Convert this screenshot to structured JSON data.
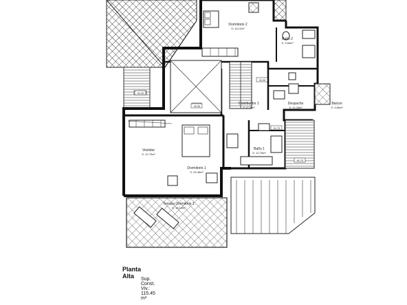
{
  "plan": {
    "title": "Planta Alta",
    "area_label": "Sup. Const. Viv.:",
    "area_value": "115.45 m²",
    "rooms": [
      {
        "key": "dormitorio2",
        "name": "Dormitorio 2",
        "area": "S: 16.12m²"
      },
      {
        "key": "bano2",
        "name": "Baño 2",
        "area": "S: 3.56m²"
      },
      {
        "key": "distribuidor",
        "name": "Distribuidor 1",
        "area": "S: 8.76m²"
      },
      {
        "key": "despacho",
        "name": "Despacho",
        "area": "S: 11.08m²"
      },
      {
        "key": "balcon",
        "name": "Balcon",
        "area": "S: 3.86m²"
      },
      {
        "key": "vestidor",
        "name": "Vestidor",
        "area": "S: 12.75m²"
      },
      {
        "key": "dormitorio1",
        "name": "Dormitorio 1",
        "area": "S: 25.46m²"
      },
      {
        "key": "bano1",
        "name": "Baño 1",
        "area": "S: 12.75m²"
      },
      {
        "key": "terraza",
        "name": "Terraza Dormitorio 1",
        "area": "S: 18.10m²"
      }
    ],
    "tags": [
      "+6.20",
      "+8.00",
      "+6.00",
      "+6.70",
      "+6.70"
    ]
  }
}
